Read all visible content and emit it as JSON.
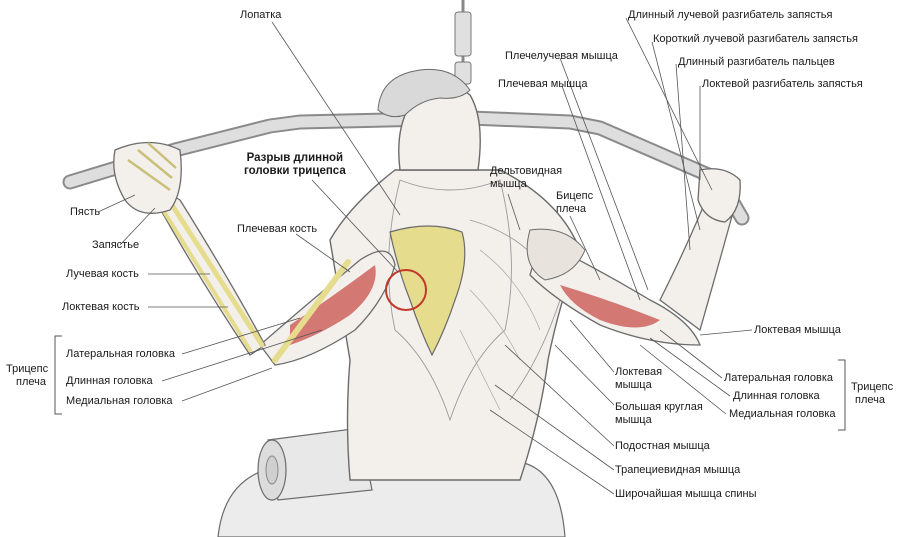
{
  "labels": {
    "scapula": "Лопатка",
    "ext_carpi_rad_longus": "Длинный лучевой разгибатель запястья",
    "ext_carpi_rad_brevis": "Короткий лучевой разгибатель запястья",
    "ext_digitorum": "Длинный разгибатель пальцев",
    "ext_carpi_ulnaris": "Локтевой разгибатель запястья",
    "brachioradialis": "Плечелучевая мышца",
    "brachialis": "Плечевая мышца",
    "rupture_line1": "Разрыв длинной",
    "rupture_line2": "головки трицепса",
    "deltoid_line1": "Дельтовидная",
    "deltoid_line2": "мышца",
    "biceps_line1": "Бицепс",
    "biceps_line2": "плеча",
    "hand": "Пясть",
    "wrist": "Запястье",
    "radius": "Лучевая кость",
    "ulna": "Локтевая кость",
    "humerus": "Плечевая кость",
    "anconeus": "Локтевая мышца",
    "triceps_left_line1": "Трицепс",
    "triceps_left_line2": "плеча",
    "lateral_head_left": "Латеральная головка",
    "long_head_left": "Длинная головка",
    "medial_head_left": "Медиальная головка",
    "ulnar_muscle_line1": "Локтевая",
    "ulnar_muscle_line2": "мышца",
    "teres_major_line1": "Большая круглая",
    "teres_major_line2": "мышца",
    "infraspinatus": "Подостная мышца",
    "trapezius": "Трапециевидная мышца",
    "latissimus": "Широчайшая мышца спины",
    "lateral_head_right": "Латеральная головка",
    "long_head_right": "Длинная головка",
    "medial_head_right": "Медиальная головка",
    "triceps_right_line1": "Трицепс",
    "triceps_right_line2": "плеча"
  },
  "colors": {
    "skin": "#f3f0ec",
    "outline": "#6b6b6b",
    "muscle_red": "#c9504c",
    "bone": "#e6dc8e",
    "leader": "#555555",
    "circle": "#c0392b",
    "bar": "#d8d8d8"
  }
}
